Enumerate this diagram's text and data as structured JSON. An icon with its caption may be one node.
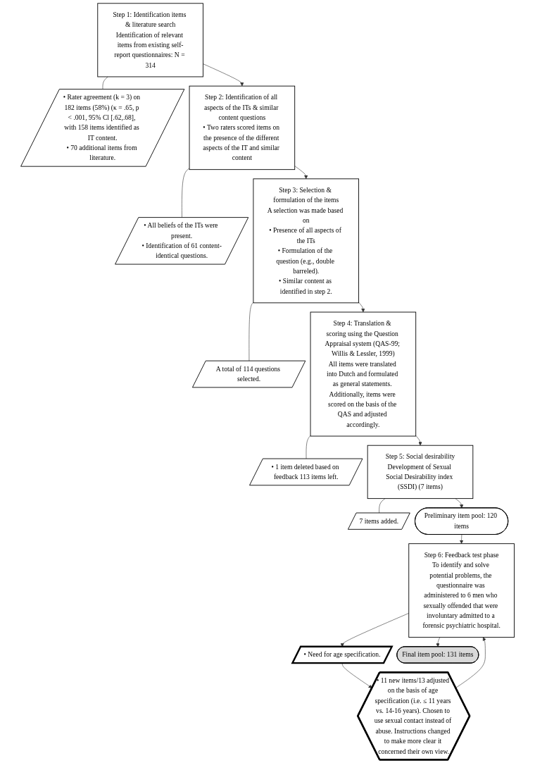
{
  "diagram": {
    "nodes": [
      {
        "text": [
          "Step 1: Identification items & literature search",
          "Identification of relevant items from existing self-report questionnaires: N = 314"
        ]
      },
      {
        "text": [
          "• Rater agreement (k = 3) on 182 items (58%) (κ = .65, p < .001, 95% Cl [.62,.68], with 158 items identified as IT content.",
          "• 70 additional items from literature."
        ]
      },
      {
        "text": [
          "Step 2: Identification of all aspects of the ITs & similar content questions",
          "• Two raters scored items on the presence of the different aspects of the IT and similar content"
        ]
      },
      {
        "text": [
          "• All beliefs of the ITs were present.",
          "• Identification of 61 content-identical questions."
        ]
      },
      {
        "text": [
          "Step 3: Selection & formulation of the items",
          "A selection was made based on",
          "• Presence of all aspects of the ITs",
          "• Formulation of the question (e.g., double barreled).",
          "• Similar content as identified in step 2."
        ]
      },
      {
        "text": [
          "A total of 114 questions selected."
        ]
      },
      {
        "text": [
          "Step 4: Translation & scoring using the Question Appraisal system (QAS-99; Willis & Lessler, 1999)",
          "All items were translated into Dutch and formulated as general statements. Additionally, items were scored on the basis of the QAS and adjusted accordingly."
        ]
      },
      {
        "text": [
          "• 1 item deleted based on feedback 113 items left."
        ]
      },
      {
        "text": [
          "Step 5: Social desirability",
          "Development of Sexual Social Desirability index (SSDI) (7 items)"
        ]
      },
      {
        "text": [
          "7 items added."
        ]
      },
      {
        "text": [
          "Preliminary item pool: 120 items"
        ]
      },
      {
        "text": [
          "Step 6: Feedback test phase",
          "To identify and solve potential problems, the questionnaire was administered to 6 men who sexually offended that were involuntary admitted to a forensic psychiatric hospital."
        ]
      },
      {
        "text": [
          "• Need for age specification."
        ]
      },
      {
        "text": [
          "• 11 new items/13 adjusted on the basis of age specification (i.e. ≤ 11 years vs. 14-16 years). Chosen to use sexual contact instead of abuse. Instructions changed to make more clear it concerned their own view."
        ]
      },
      {
        "text": [
          "Final item pool: 131 items"
        ]
      }
    ],
    "edges": [
      {
        "from": 0,
        "to": 1,
        "arrow": "none"
      },
      {
        "from": 0,
        "to": 2,
        "arrow": "to"
      },
      {
        "from": 2,
        "to": 3,
        "arrow": "none"
      },
      {
        "from": 2,
        "to": 4,
        "arrow": "to"
      },
      {
        "from": 4,
        "to": 5,
        "arrow": "none"
      },
      {
        "from": 4,
        "to": 6,
        "arrow": "to"
      },
      {
        "from": 6,
        "to": 7,
        "arrow": "none"
      },
      {
        "from": 6,
        "to": 8,
        "arrow": "to"
      },
      {
        "from": 8,
        "to": 9,
        "arrow": "none"
      },
      {
        "from": 8,
        "to": 10,
        "arrow": "to"
      },
      {
        "from": 10,
        "to": 11,
        "arrow": "to"
      },
      {
        "from": 11,
        "to": 12,
        "arrow": "to"
      },
      {
        "from": 12,
        "to": 13,
        "arrow": "to"
      },
      {
        "from": 13,
        "to": 11,
        "arrow": "to"
      },
      {
        "from": 11,
        "to": 14,
        "arrow": "to"
      }
    ]
  }
}
